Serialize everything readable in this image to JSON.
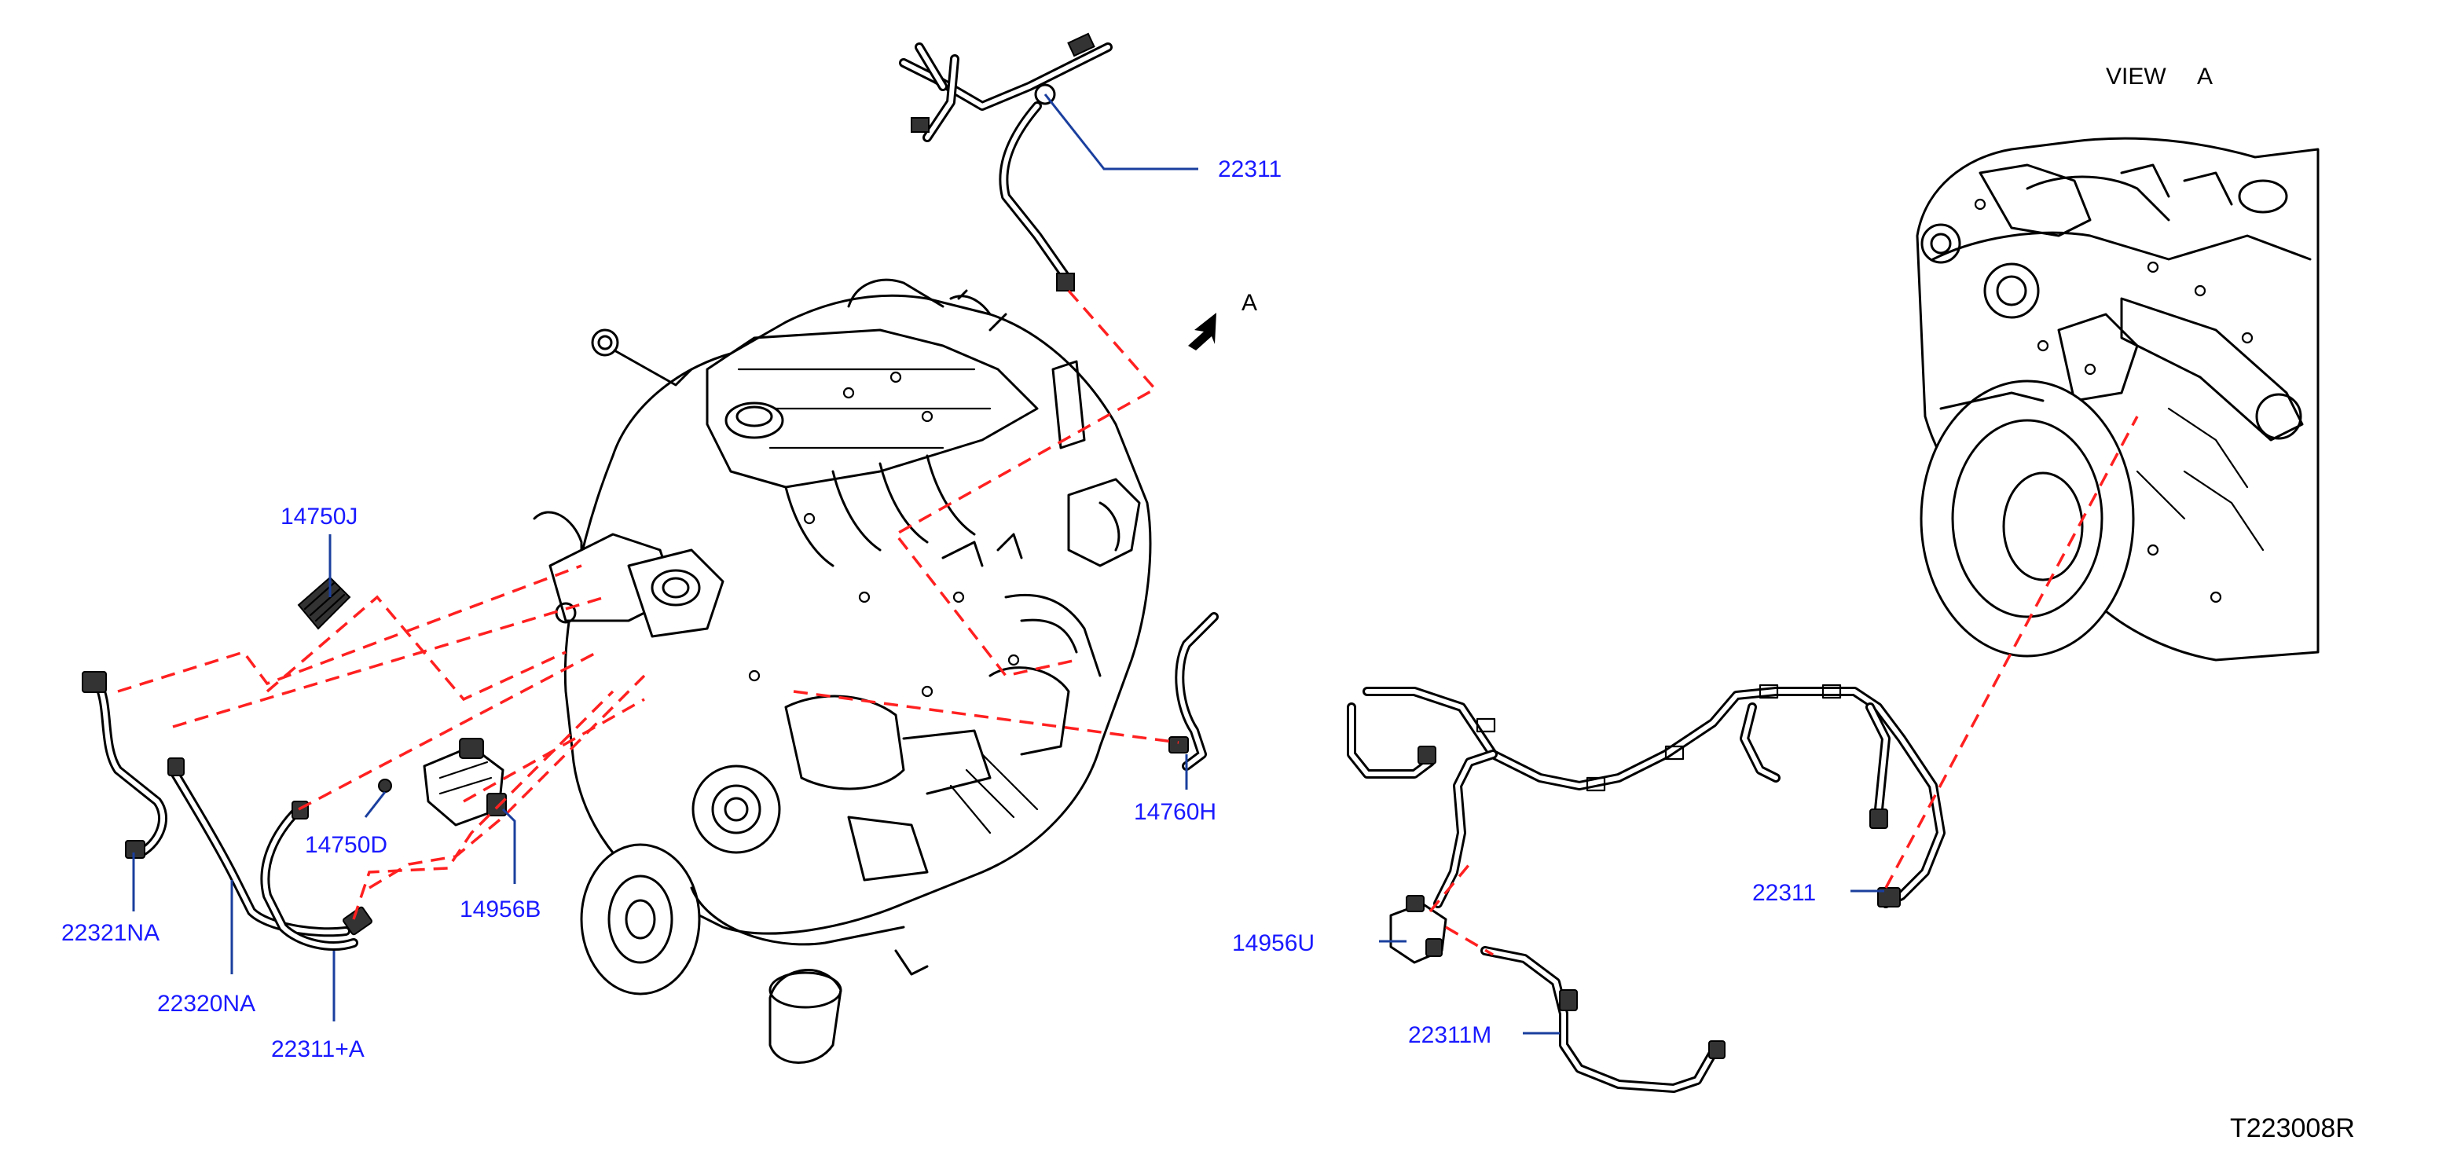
{
  "view_title": {
    "view": "VIEW",
    "letter": "A"
  },
  "arrow_letter": "A",
  "reference_code": "T223008R",
  "colors": {
    "part_label": "#1a1aff",
    "leader_line": "#1a3f9e",
    "dashed_line": "#ff2020",
    "drawing_line": "#000000"
  },
  "part_labels": {
    "p22311_top": "22311",
    "p14750J": "14750J",
    "p22321NA": "22321NA",
    "p22320NA": "22320NA",
    "p22311A": "22311+A",
    "p14750D": "14750D",
    "p14956B": "14956B",
    "p14760H": "14760H",
    "p22311_right": "22311",
    "p14956U": "14956U",
    "p22311M": "22311M"
  }
}
